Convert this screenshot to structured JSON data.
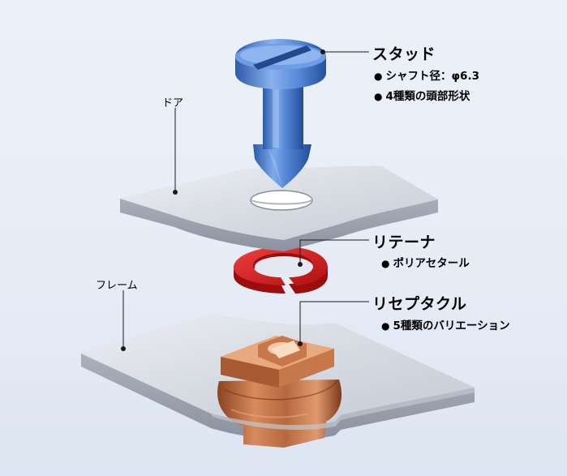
{
  "labels": {
    "stud": "スタッド",
    "stud_spec_1": "シャフト径：φ6.3",
    "stud_spec_2": "4種類の頭部形状",
    "door": "ドア",
    "retainer": "リテーナ",
    "retainer_spec": "ポリアセタール",
    "frame": "フレーム",
    "receptacle": "リセプタクル",
    "receptacle_spec": "5種類のバリエーション"
  },
  "bullet_symbol": "●",
  "colors": {
    "background": "#e8eef8",
    "plate": "#d9dde4",
    "plate_edge": "#9aa1ad",
    "stud_blue": "#4a7fd0",
    "stud_dark": "#2c5aa8",
    "retainer_red": "#d81b1b",
    "receptacle_copper": "#b5683e",
    "leader_line": "#1a1a1a"
  }
}
